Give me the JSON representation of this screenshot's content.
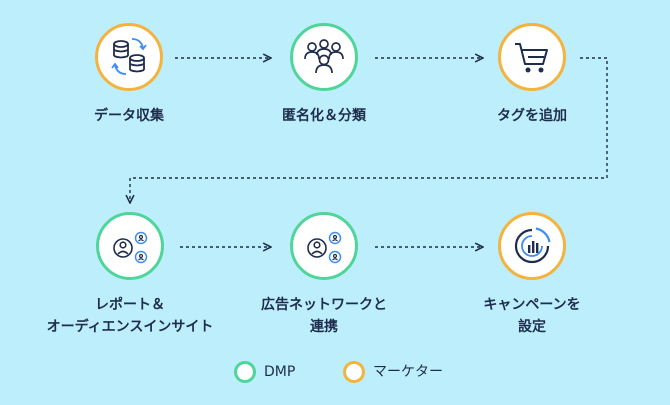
{
  "steps": [
    {
      "label": "データ収集",
      "role": "marketer",
      "icon": "database-sync-icon"
    },
    {
      "label": "匿名化＆分類",
      "role": "dmp",
      "icon": "user-group-icon"
    },
    {
      "label": "タグを追加",
      "role": "marketer",
      "icon": "shopping-cart-icon"
    },
    {
      "label_line1": "レポート＆",
      "label_line2": "オーディエンスインサイト",
      "role": "dmp",
      "icon": "audience-insight-icon"
    },
    {
      "label_line1": "広告ネットワークと",
      "label_line2": "連携",
      "role": "dmp",
      "icon": "audience-network-icon"
    },
    {
      "label_line1": "キャンペーンを",
      "label_line2": "設定",
      "role": "marketer",
      "icon": "campaign-chart-icon"
    }
  ],
  "legend": {
    "dmp_label": "DMP",
    "marketer_label": "マーケター"
  },
  "colors": {
    "background": "#bdeefc",
    "dmp": "#4fd59a",
    "marketer": "#f4b33d",
    "line": "#1f2d4d",
    "icon_accent": "#3d8ef0"
  }
}
